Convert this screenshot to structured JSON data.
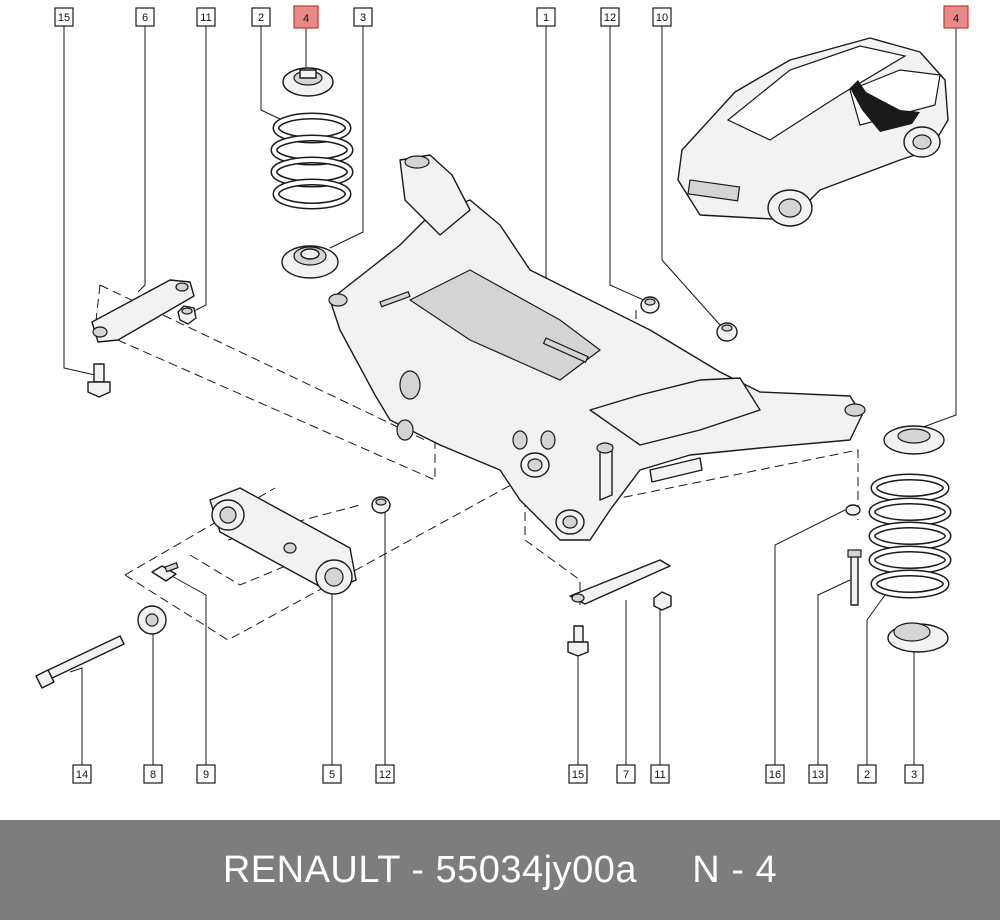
{
  "callouts": {
    "c15_top": "15",
    "c6_top": "6",
    "c11_top": "11",
    "c2_top": "2",
    "c4_top": "4",
    "c3_top": "3",
    "c1_top": "1",
    "c12_top": "12",
    "c10_top": "10",
    "c4_right": "4",
    "c14_bot": "14",
    "c8_bot": "8",
    "c9_bot": "9",
    "c5_bot": "5",
    "c12_bot": "12",
    "c15_bot": "15",
    "c7_bot": "7",
    "c11_bot": "11",
    "c16_bot": "16",
    "c13_bot": "13",
    "c2_bot": "2",
    "c3_bot": "3"
  },
  "colors": {
    "highlight_fill": "#e88a8a",
    "highlight_stroke": "#c0392b",
    "footer_bg": "#7d7d7d",
    "footer_text": "#ffffff"
  },
  "footer": {
    "text": "RENAULT - 55034jy00a     N - 4"
  }
}
